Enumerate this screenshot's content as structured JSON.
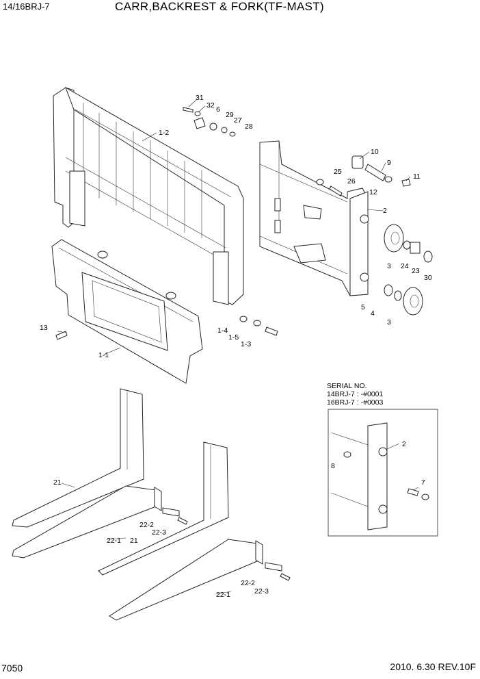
{
  "header": {
    "model": "14/16BRJ-7",
    "title": "CARR,BACKREST & FORK(TF-MAST)"
  },
  "footer": {
    "page_number": "7050",
    "revision": "2010. 6.30  REV.10F"
  },
  "serial_box": {
    "heading": "SERIAL NO.",
    "line1": "14BRJ-7 : -#0001",
    "line2": "16BRJ-7 : -#0003"
  },
  "labels": {
    "l31": "31",
    "l32": "32",
    "l6": "6",
    "l29": "29",
    "l27": "27",
    "l28": "28",
    "l1_2": "1-2",
    "l10": "10",
    "l9": "9",
    "l25": "25",
    "l26": "26",
    "l11": "11",
    "l12": "12",
    "l2": "2",
    "l3a": "3",
    "l24": "24",
    "l23": "23",
    "l30": "30",
    "l5": "5",
    "l4": "4",
    "l3b": "3",
    "l13": "13",
    "l1_4": "1-4",
    "l1_5": "1-5",
    "l1_3": "1-3",
    "l1_1": "1-1",
    "l21a": "21",
    "l22_2a": "22-2",
    "l22_3a": "22-3",
    "l22_1a": "22-1",
    "l21b": "21",
    "l22_2b": "22-2",
    "l22_3b": "22-3",
    "l22_1b": "22-1",
    "l2b": "2",
    "l8": "8",
    "l7": "7"
  }
}
